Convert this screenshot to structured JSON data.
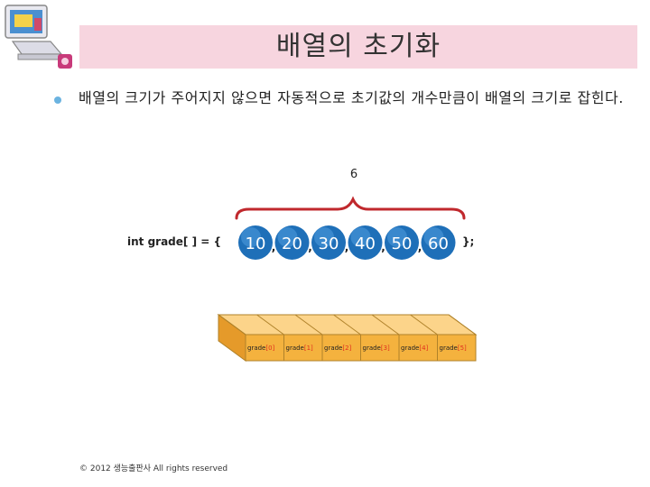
{
  "slide": {
    "title": "배열의 초기화",
    "bullet": "배열의 크기가 주어지지 않으면 자동적으로 초기값의 개수만큼이 배열의 크기로 잡힌다.",
    "count_label": "6",
    "code_prefix": "int grade[ ] = {",
    "code_suffix": "};",
    "values": [
      "10",
      "20",
      "30",
      "40",
      "50",
      "60"
    ],
    "separators": [
      ",",
      ",",
      ",",
      ",",
      ","
    ],
    "cell_labels": [
      {
        "name": "grade",
        "index": "[0]"
      },
      {
        "name": "grade",
        "index": "[1]"
      },
      {
        "name": "grade",
        "index": "[2]"
      },
      {
        "name": "grade",
        "index": "[3]"
      },
      {
        "name": "grade",
        "index": "[4]"
      },
      {
        "name": "grade",
        "index": "[5]"
      }
    ],
    "footer": "© 2012 생능출판사 All rights reserved"
  },
  "colors": {
    "title_band": "#f7d5df",
    "circle_fill": "#1e6fb8",
    "brace": "#c0282d",
    "box_front": "#f4b23e",
    "box_top": "#fcd48a",
    "index_text": "#e0301e"
  }
}
